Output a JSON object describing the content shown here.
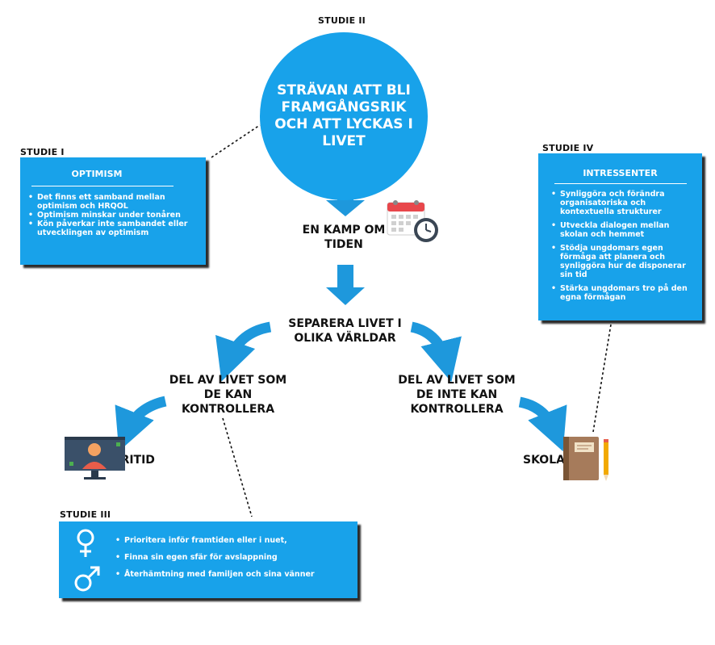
{
  "center": {
    "studie_label": "STUDIE II",
    "circle_text": "STRÄVAN ATT BLI FRAMGÅNGSRIK OCH ATT LYCKAS I LIVET"
  },
  "flow": {
    "step1": "EN KAMP OM TIDEN",
    "step2": "SEPARERA LIVET I OLIKA VÄRLDAR",
    "left_branch": "DEL AV LIVET SOM DE KAN KONTROLLERA",
    "right_branch": "DEL AV LIVET SOM DE INTE KAN KONTROLLERA",
    "left_leaf": "FRITID",
    "right_leaf": "SKOLA"
  },
  "studie1": {
    "label": "STUDIE I",
    "title": "OPTIMISM",
    "items": [
      "Det finns ett samband mellan optimism och HRQOL",
      "Optimism minskar under tonåren",
      "Kön påverkar inte sambandet eller utvecklingen av optimism"
    ]
  },
  "studie3": {
    "label": "STUDIE III",
    "items": [
      "Prioritera inför framtiden eller i nuet,",
      "Finna sin egen sfär för avslappning",
      "Återhämtning med familjen och sina vänner"
    ]
  },
  "studie4": {
    "label": "STUDIE  IV",
    "title": "INTRESSENTER",
    "items": [
      "Synliggöra och förändra organisatoriska och kontextuella strukturer",
      "Utveckla dialogen mellan skolan och hemmet",
      "Stödja ungdomars egen förmåga att planera och synliggöra hur de disponerar sin tid",
      "Stärka ungdomars tro på den egna förmågan"
    ]
  },
  "colors": {
    "accent_blue": "#18a2ea",
    "arrow_blue": "#1e98dc",
    "shadow": "#2b2b2b"
  },
  "icons": [
    "calendar-clock-icon",
    "monitor-person-icon",
    "notebook-pencil-icon",
    "female-symbol-icon",
    "male-symbol-icon"
  ]
}
